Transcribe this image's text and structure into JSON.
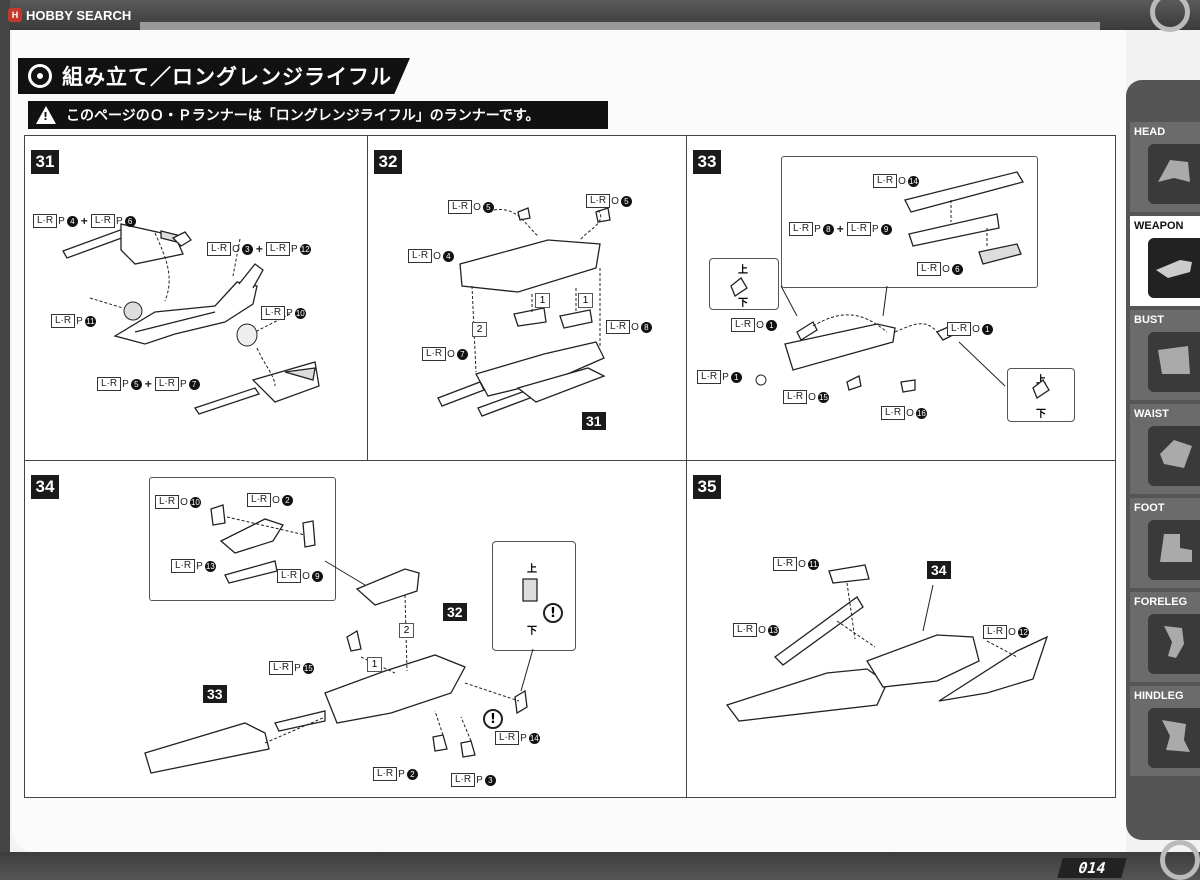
{
  "site": {
    "logo_text": "HOBBY SEARCH",
    "logo_badge": "H"
  },
  "header": {
    "title": "組み立て／ロングレンジライフル",
    "note": "このページのＯ・Ｐランナーは「ロングレンジライフル」のランナーです。",
    "note_icon_text": "!"
  },
  "labels": {
    "up": "上",
    "down": "下",
    "seq1": "1",
    "seq2": "2",
    "excl": "!",
    "ref31": "31",
    "ref32": "32",
    "ref33": "33",
    "ref34": "34"
  },
  "steps": [
    {
      "number": "31",
      "parts": [
        {
          "items": [
            {
              "code": "L·R",
              "runner": "P",
              "no": "4"
            },
            {
              "code": "L·R",
              "runner": "P",
              "no": "6"
            }
          ]
        },
        {
          "items": [
            {
              "code": "L·R",
              "runner": "O",
              "no": "3"
            },
            {
              "code": "L·R",
              "runner": "P",
              "no": "12"
            }
          ]
        },
        {
          "items": [
            {
              "code": "L·R",
              "runner": "P",
              "no": "11"
            }
          ]
        },
        {
          "items": [
            {
              "code": "L·R",
              "runner": "P",
              "no": "10"
            }
          ]
        },
        {
          "items": [
            {
              "code": "L·R",
              "runner": "P",
              "no": "5"
            },
            {
              "code": "L·R",
              "runner": "P",
              "no": "7"
            }
          ]
        }
      ]
    },
    {
      "number": "32",
      "parts": [
        {
          "items": [
            {
              "code": "L·R",
              "runner": "O",
              "no": "5"
            }
          ]
        },
        {
          "items": [
            {
              "code": "L·R",
              "runner": "O",
              "no": "5"
            }
          ]
        },
        {
          "items": [
            {
              "code": "L·R",
              "runner": "O",
              "no": "4"
            }
          ]
        },
        {
          "items": [
            {
              "code": "L·R",
              "runner": "O",
              "no": "8"
            }
          ]
        },
        {
          "items": [
            {
              "code": "L·R",
              "runner": "O",
              "no": "7"
            }
          ]
        }
      ]
    },
    {
      "number": "33",
      "parts": [
        {
          "items": [
            {
              "code": "L·R",
              "runner": "O",
              "no": "14"
            }
          ]
        },
        {
          "items": [
            {
              "code": "L·R",
              "runner": "P",
              "no": "8"
            },
            {
              "code": "L·R",
              "runner": "P",
              "no": "9"
            }
          ]
        },
        {
          "items": [
            {
              "code": "L·R",
              "runner": "O",
              "no": "6"
            }
          ]
        },
        {
          "items": [
            {
              "code": "L·R",
              "runner": "O",
              "no": "1"
            }
          ]
        },
        {
          "items": [
            {
              "code": "L·R",
              "runner": "O",
              "no": "1"
            }
          ]
        },
        {
          "items": [
            {
              "code": "L·R",
              "runner": "P",
              "no": "1"
            }
          ]
        },
        {
          "items": [
            {
              "code": "L·R",
              "runner": "O",
              "no": "15"
            }
          ]
        },
        {
          "items": [
            {
              "code": "L·R",
              "runner": "O",
              "no": "16"
            }
          ]
        }
      ]
    },
    {
      "number": "34",
      "parts": [
        {
          "items": [
            {
              "code": "L·R",
              "runner": "O",
              "no": "10"
            }
          ]
        },
        {
          "items": [
            {
              "code": "L·R",
              "runner": "O",
              "no": "2"
            }
          ]
        },
        {
          "items": [
            {
              "code": "L·R",
              "runner": "P",
              "no": "13"
            }
          ]
        },
        {
          "items": [
            {
              "code": "L·R",
              "runner": "O",
              "no": "9"
            }
          ]
        },
        {
          "items": [
            {
              "code": "L·R",
              "runner": "P",
              "no": "15"
            }
          ]
        },
        {
          "items": [
            {
              "code": "L·R",
              "runner": "P",
              "no": "14"
            }
          ]
        },
        {
          "items": [
            {
              "code": "L·R",
              "runner": "P",
              "no": "2"
            }
          ]
        },
        {
          "items": [
            {
              "code": "L·R",
              "runner": "P",
              "no": "3"
            }
          ]
        }
      ]
    },
    {
      "number": "35",
      "parts": [
        {
          "items": [
            {
              "code": "L·R",
              "runner": "O",
              "no": "11"
            }
          ]
        },
        {
          "items": [
            {
              "code": "L·R",
              "runner": "O",
              "no": "13"
            }
          ]
        },
        {
          "items": [
            {
              "code": "L·R",
              "runner": "O",
              "no": "12"
            }
          ]
        }
      ]
    }
  ],
  "sidebar": {
    "tabs": [
      {
        "label": "HEAD",
        "icon": "head-icon",
        "active": false
      },
      {
        "label": "WEAPON",
        "icon": "weapon-icon",
        "active": true
      },
      {
        "label": "BUST",
        "icon": "bust-icon",
        "active": false
      },
      {
        "label": "WAIST",
        "icon": "waist-icon",
        "active": false
      },
      {
        "label": "FOOT",
        "icon": "foot-icon",
        "active": false
      },
      {
        "label": "FORELEG",
        "icon": "foreleg-icon",
        "active": false
      },
      {
        "label": "HINDLEG",
        "icon": "hindleg-icon",
        "active": false
      }
    ]
  },
  "page_number": "014"
}
